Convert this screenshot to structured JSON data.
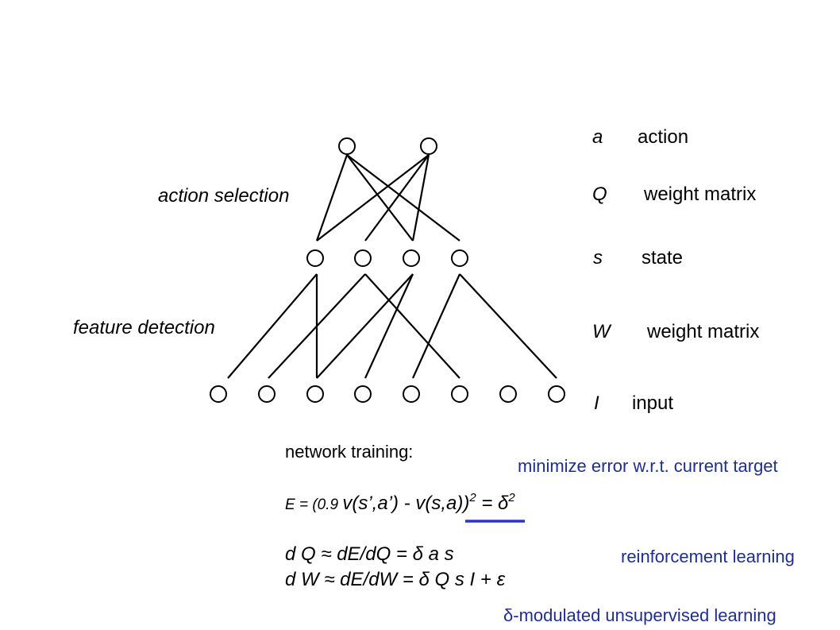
{
  "labels": {
    "action_selection": "action selection",
    "feature_detection": "feature detection"
  },
  "legend": [
    {
      "symbol": "a",
      "description": "action"
    },
    {
      "symbol": "Q",
      "description": "weight matrix"
    },
    {
      "symbol": "s",
      "description": "state"
    },
    {
      "symbol": "W",
      "description": "weight matrix"
    },
    {
      "symbol": "I",
      "description": "input"
    }
  ],
  "training": {
    "heading": "network training:",
    "error_eq": {
      "prefix": "E = (0.9 ",
      "main": "v(s’,a’)  -  v(s,a))",
      "exp": "2",
      "equals": "   =  δ",
      "exp2": "2"
    },
    "dq_eq": "d Q  ≈  dE/dQ  =  δ a s",
    "dw_eq": "d W  ≈  dE/dW  =  δ Q s I  +  ε"
  },
  "notes": {
    "minimize": "minimize error w.r.t. current target",
    "reinforcement": "reinforcement learning",
    "unsupervised": "δ-modulated unsupervised learning"
  },
  "colors": {
    "note_text": "#1f2f8f",
    "underline": "#2a35c8",
    "lines": "#000000"
  }
}
